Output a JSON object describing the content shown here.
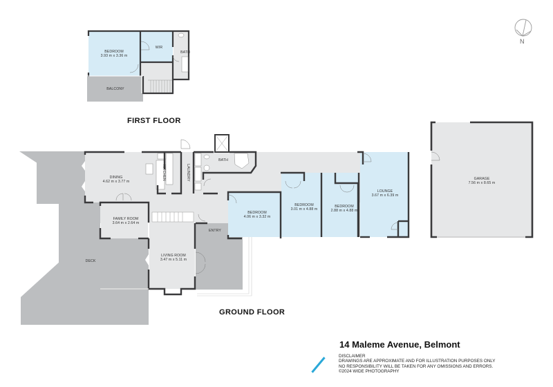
{
  "address": "14 Maleme Avenue, Belmont",
  "disclaimer": {
    "heading": "DISCLAIMER",
    "lines": [
      "DRAWINGS ARE APPROXIMATE AND FOR ILLUSTRATION PURPOSES ONLY",
      "NO RESPONSIBILITY WILL BE TAKEN FOR ANY OMISSIONS AND ERRORS.",
      "©2024 WIDE PHOTOGRAPHY"
    ]
  },
  "compass": {
    "label": "N",
    "icon": "north-arrow-icon"
  },
  "colors": {
    "bedroom_fill": "#d6ebf6",
    "living_fill": "#e6e7e8",
    "deck_fill": "#bcbec0",
    "wall": "#3a3a3c",
    "accent": "#2aa8d8"
  },
  "first_floor": {
    "title": "FIRST FLOOR",
    "rooms": [
      {
        "name": "BEDROOM",
        "dims": "3.93 m x 3.36 m"
      },
      {
        "name": "WIR",
        "dims": ""
      },
      {
        "name": "BATH",
        "dims": ""
      },
      {
        "name": "BALCONY",
        "dims": ""
      }
    ]
  },
  "ground_floor": {
    "title": "GROUND FLOOR",
    "rooms": [
      {
        "name": "DINING",
        "dims": "4.62 m x 3.77 m"
      },
      {
        "name": "KITCHEN",
        "dims": ""
      },
      {
        "name": "LAUNDRY",
        "dims": ""
      },
      {
        "name": "BATH",
        "dims": ""
      },
      {
        "name": "FAMILY ROOM",
        "dims": "3.64 m x 2.64 m"
      },
      {
        "name": "BEDROOM",
        "dims": "4.06 m x 3.32 m"
      },
      {
        "name": "BEDROOM",
        "dims": "3.01 m x 4.88 m"
      },
      {
        "name": "BEDROOM",
        "dims": "2.88 m x 4.88 m"
      },
      {
        "name": "LOUNGE",
        "dims": "3.67 m x 6.39 m"
      },
      {
        "name": "ENTRY",
        "dims": ""
      },
      {
        "name": "LIVING ROOM",
        "dims": "3.47 m x 5.11 m"
      },
      {
        "name": "DECK",
        "dims": ""
      }
    ]
  },
  "garage": {
    "name": "GARAGE",
    "dims": "7.56 m x 8.65 m"
  }
}
